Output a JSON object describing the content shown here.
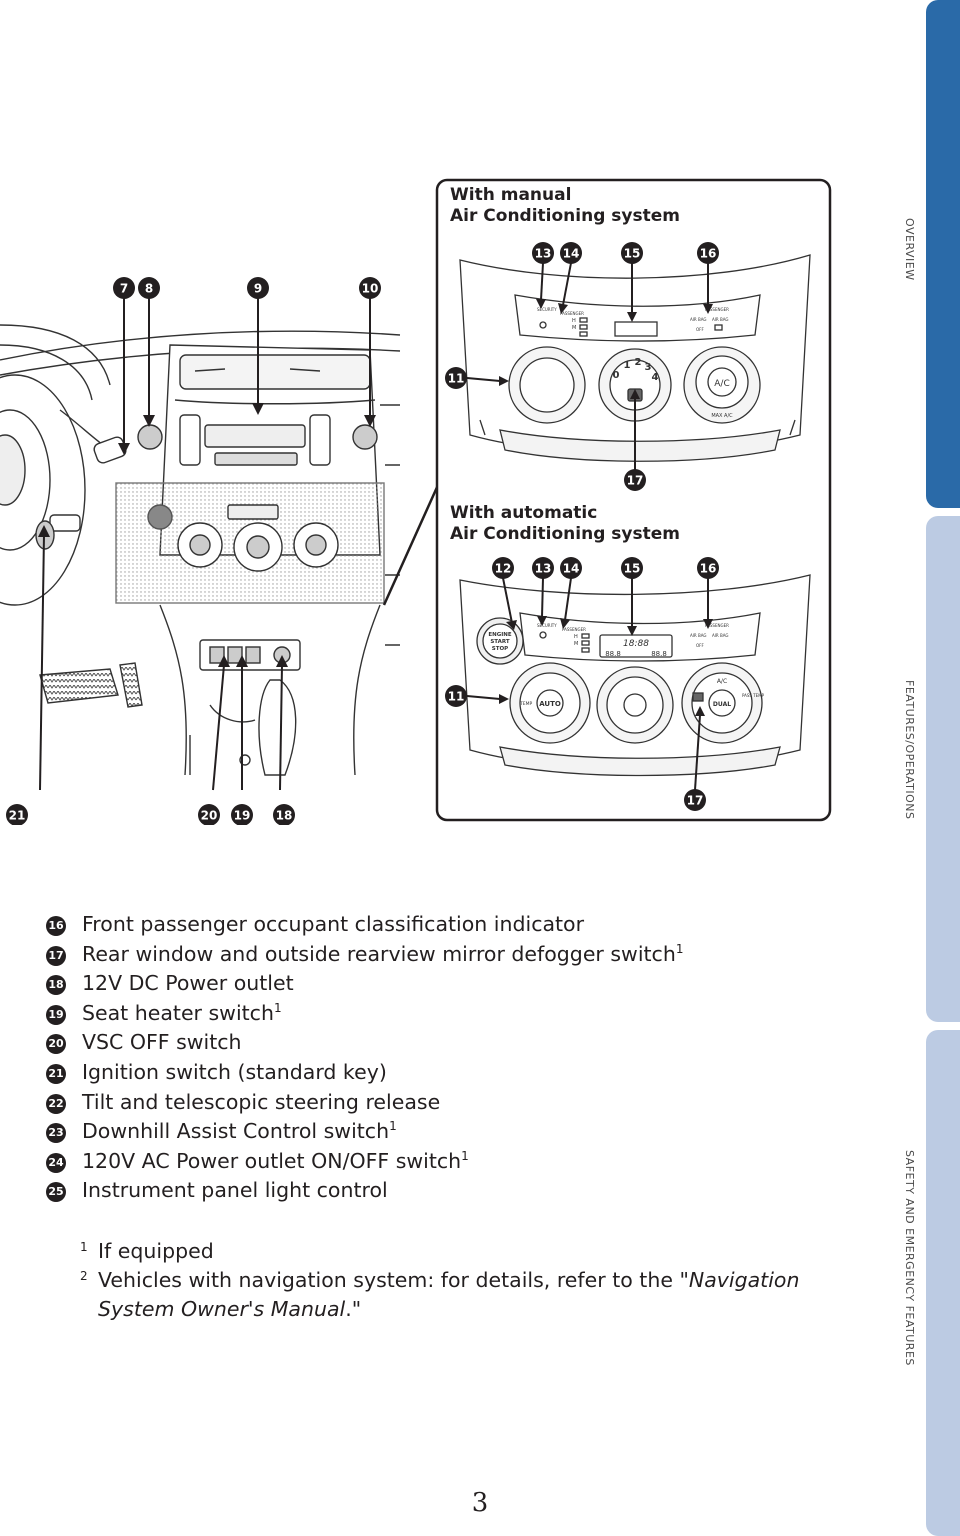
{
  "side_tabs": [
    "OVERVIEW",
    "FEATURES/OPERATIONS",
    "SAFETY AND EMERGENCY FEATURES"
  ],
  "figure": {
    "manual_title": "With manual\nAir Conditioning system",
    "auto_title": "With automatic\nAir Conditioning system",
    "callouts_dash": [
      "7",
      "8",
      "9",
      "10",
      "21",
      "20",
      "19",
      "18"
    ],
    "callouts_manual": [
      "13",
      "14",
      "15",
      "16",
      "11",
      "17"
    ],
    "callouts_auto": [
      "12",
      "13",
      "14",
      "15",
      "16",
      "11",
      "17"
    ],
    "panel_labels": {
      "engine": [
        "ENGINE",
        "START",
        "STOP"
      ],
      "ac": "A/C",
      "max_ac": "MAX A/C",
      "auto": "AUTO",
      "dual": "DUAL",
      "temp": "TEMP",
      "pass_temp": "PASS TEMP",
      "security": "SECURITY",
      "passenger": "PASSENGER",
      "airbag": "AIR BAG",
      "off": "OFF",
      "hm": [
        "H",
        "M"
      ],
      "fan_scale": [
        "0",
        "1",
        "2",
        "3",
        "4"
      ],
      "display_time": "18:88",
      "display_left": "88.8",
      "display_right": "88.8"
    }
  },
  "items": [
    {
      "num": "16",
      "text": "Front passenger occupant classification indicator",
      "sup": ""
    },
    {
      "num": "17",
      "text": "Rear window and outside rearview mirror defogger switch",
      "sup": "1"
    },
    {
      "num": "18",
      "text": "12V DC Power outlet",
      "sup": ""
    },
    {
      "num": "19",
      "text": "Seat heater switch",
      "sup": "1"
    },
    {
      "num": "20",
      "text": "VSC OFF switch",
      "sup": ""
    },
    {
      "num": "21",
      "text": "Ignition switch (standard key)",
      "sup": ""
    },
    {
      "num": "22",
      "text": "Tilt and telescopic steering release",
      "sup": ""
    },
    {
      "num": "23",
      "text": "Downhill Assist Control switch",
      "sup": "1"
    },
    {
      "num": "24",
      "text": "120V AC Power outlet ON/OFF switch",
      "sup": "1"
    },
    {
      "num": "25",
      "text": "Instrument panel light control",
      "sup": ""
    }
  ],
  "notes": {
    "n1_sup": "1",
    "n1_text": "If equipped",
    "n2_sup": "2",
    "n2_text": "Vehicles with navigation system: for details, refer to the ",
    "n2_italic": "\"Navigation System Owner's Manual",
    "n2_end": ".\""
  },
  "page_number": "3"
}
